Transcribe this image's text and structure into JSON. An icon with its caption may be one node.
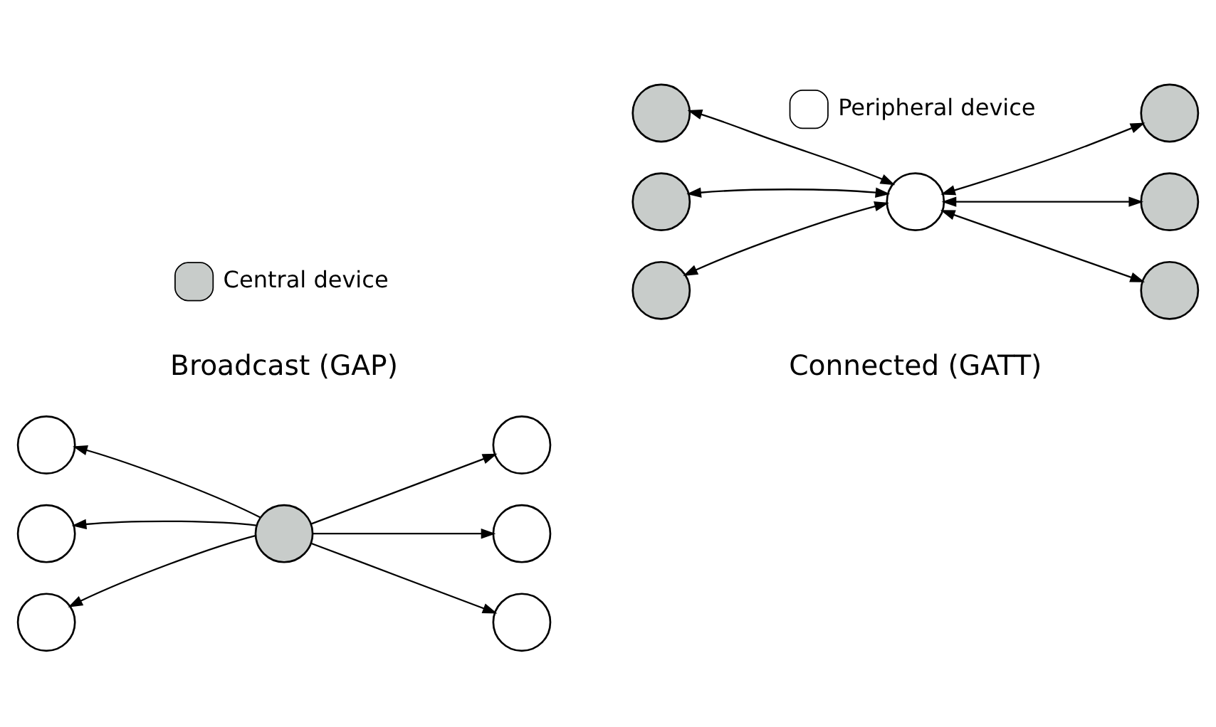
{
  "diagram": {
    "nodes": [
      {
        "text": [],
        "shape": "circle"
      },
      {
        "text": [],
        "shape": "circle"
      },
      {
        "text": [],
        "shape": "circle"
      },
      {
        "text": [],
        "shape": "circle"
      },
      {
        "text": [],
        "shape": "circle"
      },
      {
        "text": [],
        "shape": "circle"
      },
      {
        "text": [],
        "shape": "circle"
      },
      {
        "text": [],
        "shape": "circle"
      },
      {
        "text": [],
        "shape": "circle"
      },
      {
        "text": [],
        "shape": "circle"
      },
      {
        "text": [],
        "shape": "circle"
      },
      {
        "text": [],
        "shape": "circle"
      },
      {
        "text": [],
        "shape": "circle"
      },
      {
        "text": [],
        "shape": "circle"
      }
    ],
    "edges": [
      {
        "from": 3,
        "to": 0,
        "arrow": "to"
      },
      {
        "from": 3,
        "to": 1,
        "arrow": "to"
      },
      {
        "from": 3,
        "to": 2,
        "arrow": "to"
      },
      {
        "from": 3,
        "to": 4,
        "arrow": "to"
      },
      {
        "from": 3,
        "to": 5,
        "arrow": "to"
      },
      {
        "from": 3,
        "to": 6,
        "arrow": "to"
      },
      {
        "from": 10,
        "to": 7,
        "arrow": "both"
      },
      {
        "from": 10,
        "to": 8,
        "arrow": "both"
      },
      {
        "from": 10,
        "to": 9,
        "arrow": "both"
      },
      {
        "from": 10,
        "to": 11,
        "arrow": "both"
      },
      {
        "from": 10,
        "to": 12,
        "arrow": "both"
      },
      {
        "from": 10,
        "to": 13,
        "arrow": "both"
      }
    ],
    "labels": [
      "Broadcast (GAP)",
      "Connected (GATT)"
    ],
    "legend": [
      {
        "text": "Central device",
        "color": "#c8ccca"
      },
      {
        "text": "Peripheral device",
        "color": "#ffffff"
      }
    ]
  }
}
